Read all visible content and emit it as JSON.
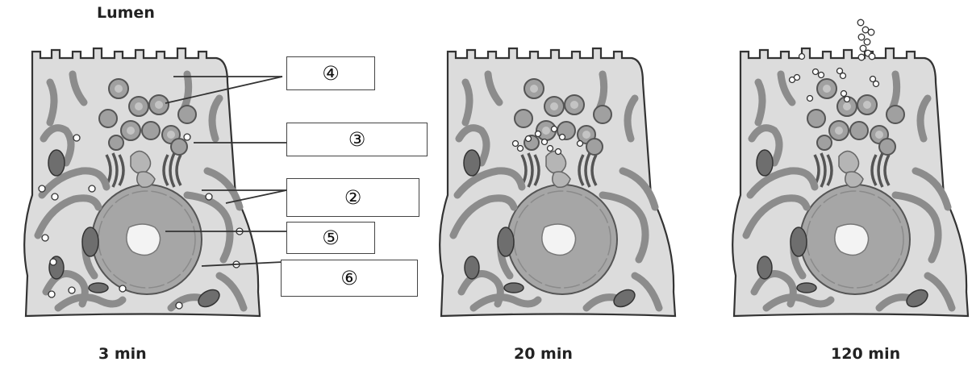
{
  "header": {
    "lumen_label": "Lumen"
  },
  "callouts": [
    {
      "id": "golgi-vesicles",
      "text": "④"
    },
    {
      "id": "golgi",
      "text": "③"
    },
    {
      "id": "rough-er",
      "text": "②"
    },
    {
      "id": "nucleus",
      "text": "⑤"
    },
    {
      "id": "mitochondrion",
      "text": "⑥"
    }
  ],
  "panels": [
    {
      "id": "t3",
      "time_label": "3 min"
    },
    {
      "id": "t20",
      "time_label": "20 min"
    },
    {
      "id": "t120",
      "time_label": "120 min"
    }
  ],
  "colors": {
    "cytoplasm": "#dcdcdc",
    "organelle": "#8c8c8c",
    "organelle_dark": "#6e6e6e",
    "nucleus": "#a6a6a6",
    "outline": "#333333",
    "tracer": "#ffffff"
  }
}
